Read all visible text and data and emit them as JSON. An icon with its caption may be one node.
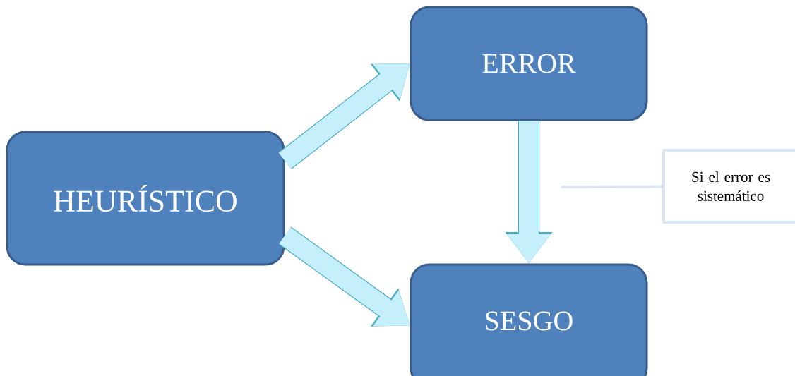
{
  "diagram": {
    "nodes": [
      {
        "text": [
          "HEURÍSTICO"
        ]
      },
      {
        "text": [
          "ERROR"
        ]
      },
      {
        "text": [
          "SESGO"
        ]
      },
      {
        "text": [
          "Si el error es sistemático"
        ]
      }
    ],
    "edges": [
      {
        "from": 0,
        "to": 1,
        "arrow": "to"
      },
      {
        "from": 0,
        "to": 2,
        "arrow": "to"
      },
      {
        "from": 1,
        "to": 2,
        "arrow": "to"
      },
      {
        "from": 3,
        "to": null,
        "arrow": "none"
      }
    ]
  }
}
